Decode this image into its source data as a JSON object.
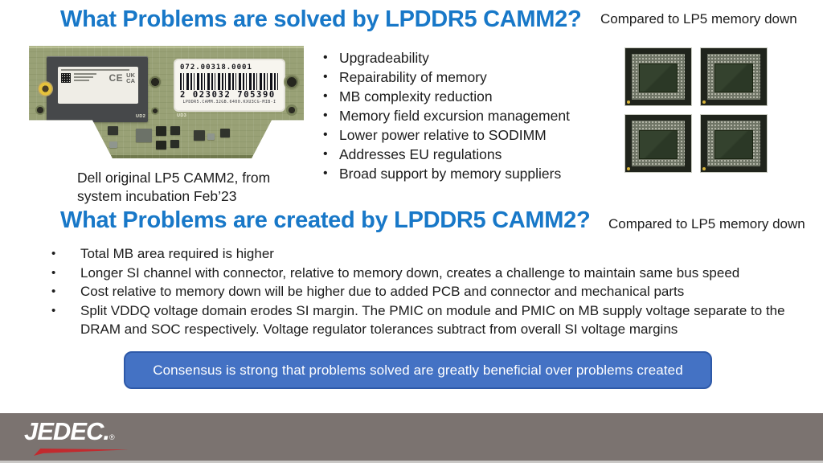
{
  "colors": {
    "title_blue": "#1878c8",
    "banner_fill": "#4472c4",
    "banner_border": "#2e59a8",
    "footer_gray": "#7b7370",
    "jedec_red": "#c22a2e",
    "body_text": "#1c1c1c"
  },
  "solved": {
    "title": "What Problems are solved by LPDDR5 CAMM2?",
    "note": "Compared to LP5 memory down",
    "bullets": [
      "Upgradeability",
      "Repairability of memory",
      "MB complexity reduction",
      "Memory field excursion management",
      "Lower power relative to SODIMM",
      "Addresses EU regulations",
      "Broad support by memory suppliers"
    ]
  },
  "camm_module": {
    "caption": "Dell original LP5 CAMM2, from system incubation Feb’23",
    "part_number": "072.00318.0001",
    "barcode_digits": "2 023032 705390",
    "barcode_description": "LPDDR5.CAMM.32GB.6400.KXU3CG-MIB-I",
    "ce_mark": "CE",
    "ukca_top": "UK",
    "ukca_bottom": "CA",
    "silkscreen_left": "UD2",
    "silkscreen_right": "UD3"
  },
  "created": {
    "title": "What Problems are created by LPDDR5 CAMM2?",
    "note": "Compared to LP5 memory down",
    "bullets": [
      "Total MB area required is higher",
      "Longer SI channel with connector, relative to memory down, creates a challenge to maintain same bus speed",
      "Cost relative to memory down will be higher due to added PCB and connector and mechanical parts",
      "Split VDDQ voltage domain erodes SI margin.  The PMIC on module and PMIC on MB supply voltage separate to the DRAM and SOC respectively.  Voltage regulator tolerances subtract from overall SI voltage margins"
    ]
  },
  "banner": {
    "text": "Consensus is strong that problems solved are greatly beneficial over problems created"
  },
  "footer": {
    "logo": "JEDEC.",
    "registered": "®"
  }
}
